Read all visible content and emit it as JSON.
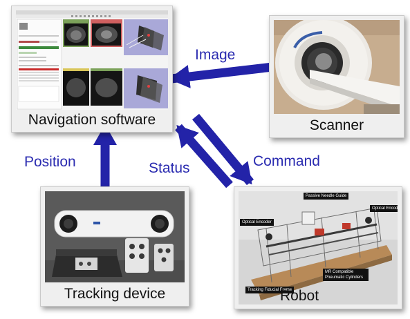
{
  "diagram": {
    "nodes": {
      "navigation": {
        "label": "Navigation software"
      },
      "scanner": {
        "label": "Scanner"
      },
      "tracking": {
        "label": "Tracking device"
      },
      "robot": {
        "label": "Robot",
        "annotations": {
          "needle_guide": "Passive Needle Guide",
          "encoder_left": "Optical Encoder",
          "encoder_right": "Optical Encoder",
          "cylinders": "MR Compatible Pneumatic Cylinders",
          "fiducial": "Tracking Fiducial Frame"
        }
      }
    },
    "edges": {
      "image": {
        "label": "Image",
        "from": "scanner",
        "to": "navigation"
      },
      "position": {
        "label": "Position",
        "from": "tracking",
        "to": "navigation"
      },
      "status": {
        "label": "Status",
        "from": "robot",
        "to": "navigation"
      },
      "command": {
        "label": "Command",
        "from": "navigation",
        "to": "robot"
      }
    },
    "colors": {
      "arrow": "#2323a8",
      "label_text": "#2a2bb0",
      "panel_bg": "#efefef"
    }
  }
}
